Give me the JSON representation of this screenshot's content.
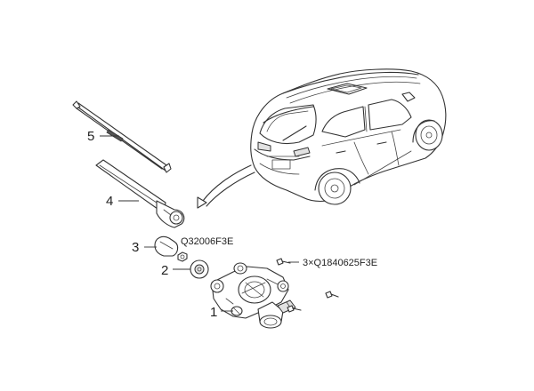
{
  "callouts": {
    "c1": "1",
    "c2": "2",
    "c3": "3",
    "c4": "4",
    "c5": "5"
  },
  "part_codes": {
    "nut_code": "Q32006F3E",
    "bolt_code": "3×Q1840625F3E"
  },
  "icons": {
    "vehicle": "suv-rear-three-quarter-icon",
    "arrow": "curved-arrow-icon",
    "blade": "wiper-blade-icon",
    "arm": "wiper-arm-icon",
    "cap": "arm-cap-icon",
    "nut": "hex-nut-icon",
    "grommet": "grommet-icon",
    "motor": "wiper-motor-icon",
    "bolt": "bolt-icon"
  }
}
